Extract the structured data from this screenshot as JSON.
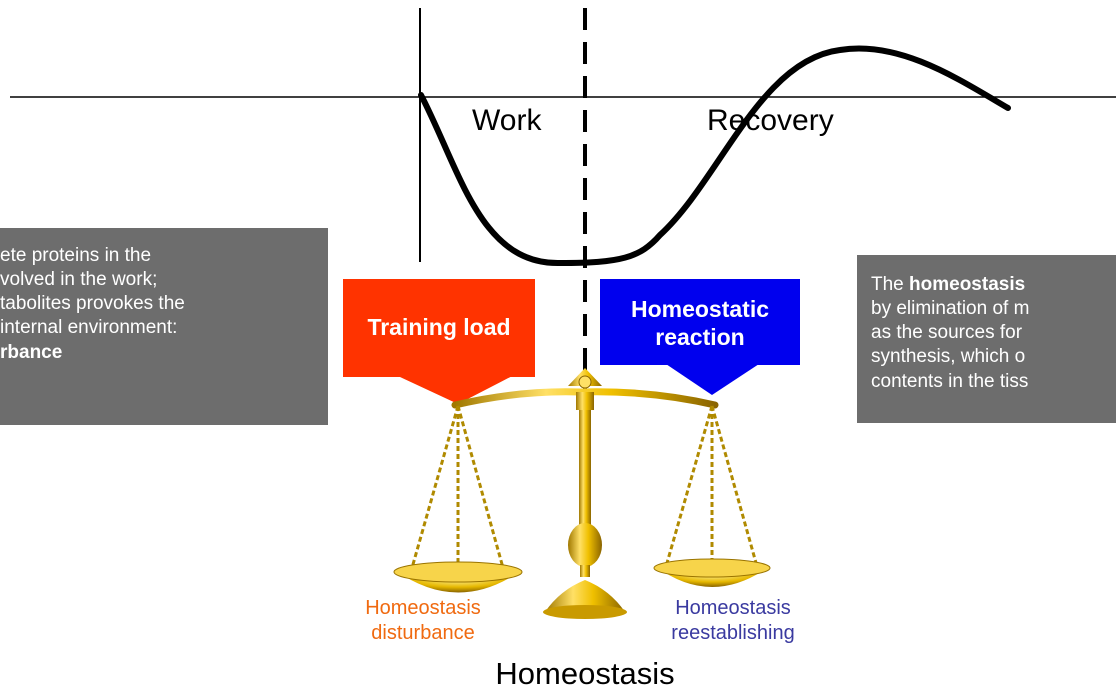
{
  "phases": {
    "work": "Work",
    "recovery": "Recovery"
  },
  "left_box": {
    "lines": [
      "ete proteins in the",
      "volved in the work;",
      "tabolites provokes the",
      "internal environment:",
      "rbance"
    ]
  },
  "right_box": {
    "line1_bold": "homeostasis",
    "line1_prefix": "The ",
    "lines": [
      "by elimination of m",
      "as the sources  for",
      "synthesis, which o",
      "contents in the tiss"
    ]
  },
  "training_load": {
    "label": "Training load",
    "color": "#ff3300"
  },
  "homeostatic_reaction": {
    "label_line1": "Homeostatic",
    "label_line2": "reaction",
    "color": "#0000ee"
  },
  "disturbance_label": {
    "line1": "Homeostasis",
    "line2": "disturbance",
    "color": "#f06a10"
  },
  "reestablishing_label": {
    "line1": "Homeostasis",
    "line2": "reestablishing",
    "color": "#3a3aa0"
  },
  "title": "Homeostasis",
  "colors": {
    "box_gray": "#6d6d6d",
    "gold": "#e6b800",
    "curve": "#000000"
  }
}
